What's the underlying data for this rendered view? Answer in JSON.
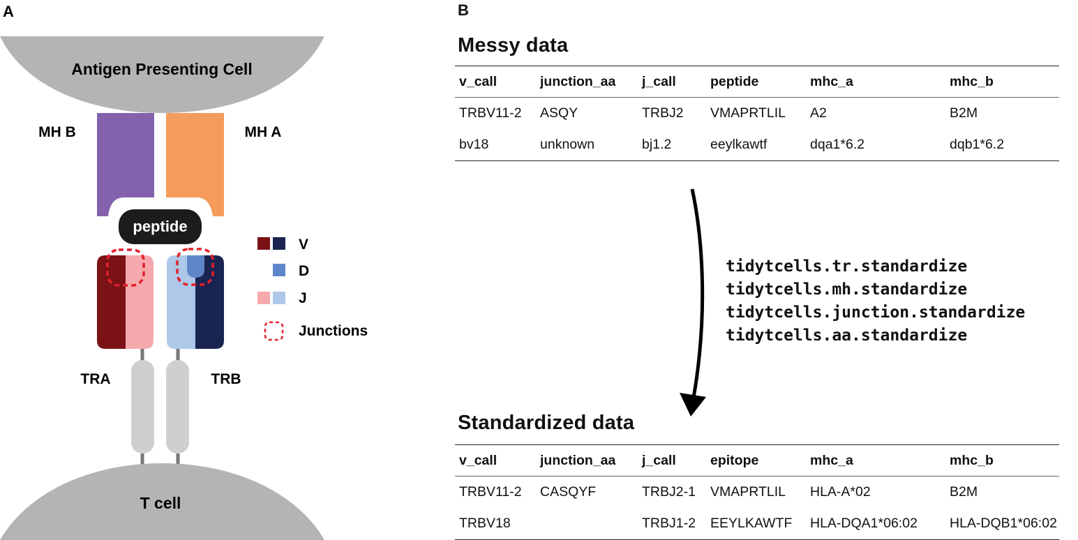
{
  "panel_a": {
    "label": "A",
    "apc_label": "Antigen Presenting Cell",
    "mhc_b_label": "MH B",
    "mhc_a_label": "MH A",
    "peptide_label": "peptide",
    "tra_label": "TRA",
    "trb_label": "TRB",
    "tcell_label": "T cell",
    "legend": {
      "v_label": "V",
      "d_label": "D",
      "j_label": "J",
      "junctions_label": "Junctions"
    },
    "colors": {
      "cell_gray": "#b4b4b4",
      "mhc_b": "#8361ad",
      "mhc_a": "#f59c5d",
      "peptide": "#1c1c1c",
      "tra_v": "#7b1216",
      "tra_j": "#f5a9ad",
      "trb_v": "#1a2451",
      "trb_d": "#5f86c9",
      "trb_j": "#adc8e9",
      "stalk": "#cfcfcf",
      "junction": "#e3202b"
    }
  },
  "panel_b": {
    "label": "B",
    "messy": {
      "title": "Messy data",
      "headers": [
        "v_call",
        "junction_aa",
        "j_call",
        "peptide",
        "mhc_a",
        "mhc_b"
      ],
      "rows": [
        [
          "TRBV11-2",
          "ASQY",
          "TRBJ2",
          "VMAPRTLIL",
          "A2",
          "B2M"
        ],
        [
          "bv18",
          "unknown",
          "bj1.2",
          "eeylkawtf",
          "dqa1*6.2",
          "dqb1*6.2"
        ]
      ]
    },
    "commands": [
      "tidytcells.tr.standardize",
      "tidytcells.mh.standardize",
      "tidytcells.junction.standardize",
      "tidytcells.aa.standardize"
    ],
    "standardized": {
      "title": "Standardized data",
      "headers": [
        "v_call",
        "junction_aa",
        "j_call",
        "epitope",
        "mhc_a",
        "mhc_b"
      ],
      "rows": [
        [
          "TRBV11-2",
          "CASQYF",
          "TRBJ2-1",
          "VMAPRTLIL",
          "HLA-A*02",
          "B2M"
        ],
        [
          "TRBV18",
          "",
          "TRBJ1-2",
          "EEYLKAWTF",
          "HLA-DQA1*06:02",
          "HLA-DQB1*06:02"
        ]
      ]
    }
  }
}
